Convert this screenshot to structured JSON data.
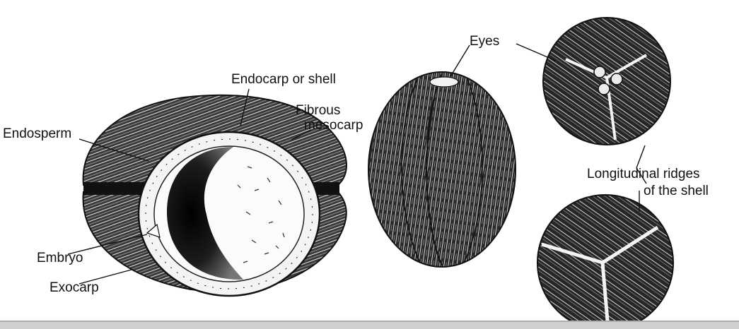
{
  "labels": {
    "endocarp": "Endocarp or shell",
    "fibrous_1": "Fibrous",
    "fibrous_2": "mesocarp",
    "endosperm": "Endosperm",
    "embryo": "Embryo",
    "exocarp": "Exocarp",
    "eyes": "Eyes",
    "ridges_1": "Longitudinal ridges",
    "ridges_2": "of the shell"
  }
}
